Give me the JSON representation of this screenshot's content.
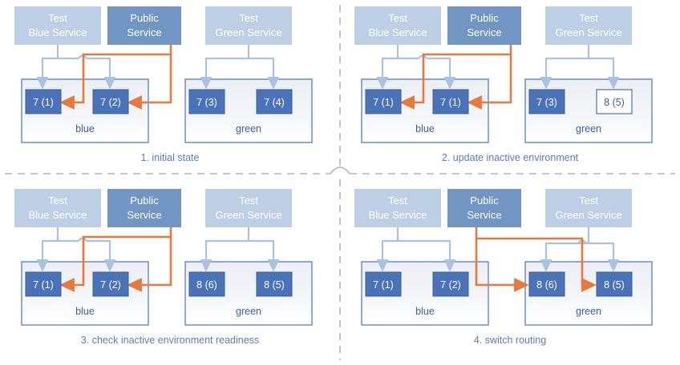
{
  "title": "Blue-Green Deployment Routing Diagram",
  "colors": {
    "service_test": "#BCCFE5",
    "service_public": "#7196C4",
    "service_text": "#FFFFFF",
    "version_fill": "#4A72B8",
    "version_text": "#FFFFFF",
    "version_pending_fill": "#FFFFFF",
    "version_pending_text": "#3A5FA0",
    "env_fill": "#F0F2F6",
    "env_border": "#4A72B8",
    "env_label": "#3A5FA0",
    "connector_blue": "#A8C2DF",
    "connector_orange": "#E8783C",
    "caption": "#5B7BC0",
    "divider": "#B5B5B5",
    "background": "#FFFFFF"
  },
  "services": {
    "test_blue": "Test\nBlue Service",
    "test_blue_line1": "Test",
    "test_blue_line2": "Blue Service",
    "public_line1": "Public",
    "public_line2": "Service",
    "test_green_line1": "Test",
    "test_green_line2": "Green Service"
  },
  "environments": {
    "blue_label": "blue",
    "green_label": "green"
  },
  "panels": [
    {
      "id": "panel-1",
      "caption": "1. initial state",
      "blue_versions": [
        "7 (1)",
        "7 (2)"
      ],
      "green_versions": [
        "7 (3)",
        "7 (4)"
      ],
      "blue_pending": [
        false,
        false
      ],
      "green_pending": [
        false,
        false
      ],
      "public_routes_to": "blue"
    },
    {
      "id": "panel-2",
      "caption": "2. update inactive environment",
      "blue_versions": [
        "7 (1)",
        "7 (1)"
      ],
      "green_versions": [
        "7 (3)",
        "8 (5)"
      ],
      "blue_pending": [
        false,
        false
      ],
      "green_pending": [
        false,
        true
      ],
      "public_routes_to": "blue"
    },
    {
      "id": "panel-3",
      "caption": "3. check inactive environment readiness",
      "blue_versions": [
        "7 (1)",
        "7 (2)"
      ],
      "green_versions": [
        "8 (6)",
        "8 (5)"
      ],
      "blue_pending": [
        false,
        false
      ],
      "green_pending": [
        false,
        false
      ],
      "public_routes_to": "blue"
    },
    {
      "id": "panel-4",
      "caption": "4. switch routing",
      "blue_versions": [
        "7 (1)",
        "7 (2)"
      ],
      "green_versions": [
        "8 (6)",
        "8 (5)"
      ],
      "blue_pending": [
        false,
        false
      ],
      "green_pending": [
        false,
        false
      ],
      "public_routes_to": "green"
    }
  ]
}
